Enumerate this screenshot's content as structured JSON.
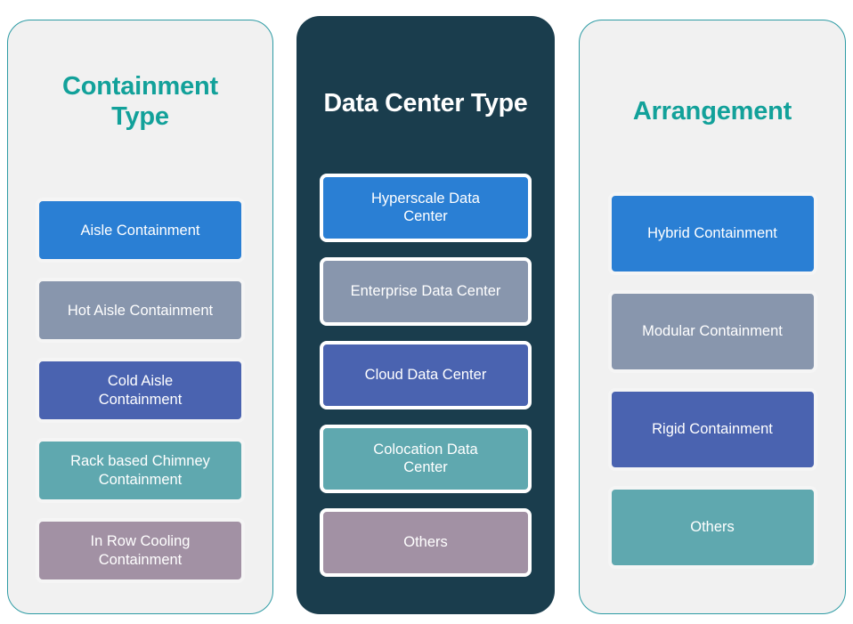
{
  "palette": {
    "background": "#ffffff",
    "panel_light_fill": "#f1f1f1",
    "panel_light_border": "#2d9ba4",
    "panel_dark_fill": "#1a3d4d",
    "title_teal": "#12a19a",
    "title_white": "#ffffff",
    "box_blue": "#2a7fd4",
    "box_gray_blue": "#8896ad",
    "box_indigo": "#4a63b0",
    "box_teal": "#5fa8af",
    "box_mauve": "#a291a4",
    "box_border": "#ffffff"
  },
  "columns": [
    {
      "id": "containment-type",
      "title": "Containment\nType",
      "title_color": "#12a19a",
      "panel_style": "light",
      "items": [
        {
          "label": "Aisle Containment",
          "color": "#2a7fd4"
        },
        {
          "label": "Hot Aisle Containment",
          "color": "#8896ad"
        },
        {
          "label": "Cold Aisle\nContainment",
          "color": "#4a63b0"
        },
        {
          "label": "Rack based Chimney\nContainment",
          "color": "#5fa8af"
        },
        {
          "label": "In Row Cooling\nContainment",
          "color": "#a291a4"
        }
      ]
    },
    {
      "id": "data-center-type",
      "title": "Data Center Type",
      "title_color": "#ffffff",
      "panel_style": "dark",
      "items": [
        {
          "label": "Hyperscale Data\nCenter",
          "color": "#2a7fd4"
        },
        {
          "label": "Enterprise Data Center",
          "color": "#8896ad"
        },
        {
          "label": "Cloud Data Center",
          "color": "#4a63b0"
        },
        {
          "label": "Colocation Data\nCenter",
          "color": "#5fa8af"
        },
        {
          "label": "Others",
          "color": "#a291a4"
        }
      ]
    },
    {
      "id": "arrangement",
      "title": "Arrangement",
      "title_color": "#12a19a",
      "panel_style": "light",
      "items": [
        {
          "label": "Hybrid Containment",
          "color": "#2a7fd4"
        },
        {
          "label": "Modular Containment",
          "color": "#8896ad"
        },
        {
          "label": "Rigid Containment",
          "color": "#4a63b0"
        },
        {
          "label": "Others",
          "color": "#5fa8af"
        }
      ]
    }
  ]
}
